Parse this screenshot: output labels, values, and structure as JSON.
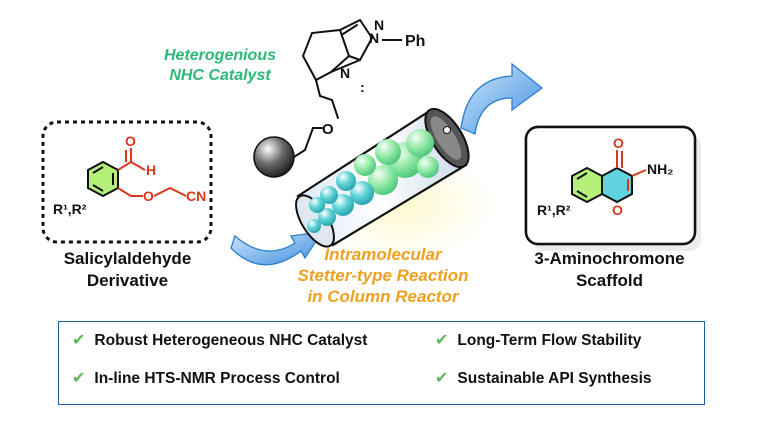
{
  "catalyst_label": {
    "line1": "Heterogenious",
    "line2": "NHC Catalyst"
  },
  "catalyst_structure": {
    "n_label_1": "N",
    "n_label_2": "N",
    "n_label_3": "N",
    "ph_label": "Ph",
    "o_label": "O"
  },
  "left_compound": {
    "name_line1": "Salicylaldehyde",
    "name_line2": "Derivative",
    "atoms": {
      "o_aldehyde": "O",
      "h_aldehyde": "H",
      "o_ether": "O",
      "cn": "CN",
      "r_groups": "R¹,R²"
    }
  },
  "reaction_label": {
    "line1": "Intramolecular",
    "line2": "Stetter-type Reaction",
    "line3": "in Column Reactor"
  },
  "right_compound": {
    "name_line1": "3-Aminochromone",
    "name_line2": "Scaffold",
    "atoms": {
      "o_ketone": "O",
      "nh2": "NH₂",
      "o_ring": "O",
      "r_groups": "R¹,R²"
    }
  },
  "features": [
    {
      "text": "Robust Heterogeneous NHC Catalyst"
    },
    {
      "text": "Long-Term Flow Stability"
    },
    {
      "text": "In-line HTS-NMR Process Control"
    },
    {
      "text": "Sustainable API Synthesis"
    }
  ],
  "check_icon": "✔",
  "colors": {
    "catalyst_text": "#2db87a",
    "reaction_text": "#f0a020",
    "chem_red": "#d9381e",
    "arrow_blue": "#4a9ee8",
    "box_border": "#1f5fa8",
    "check": "#5cb85c"
  }
}
